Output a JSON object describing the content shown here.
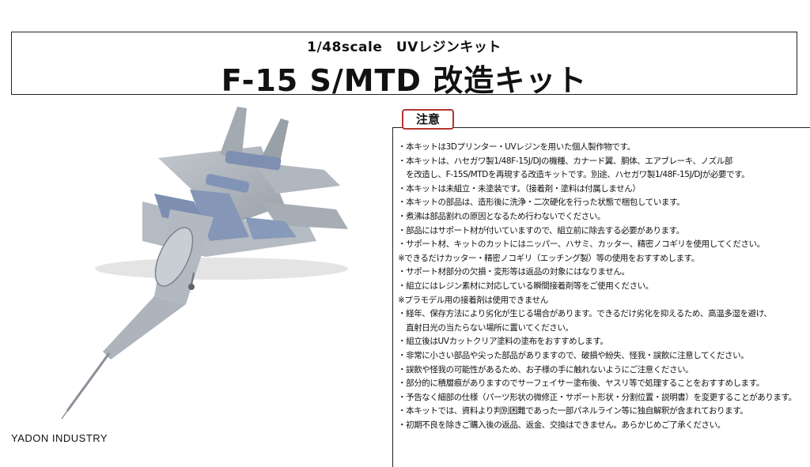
{
  "header": {
    "subtitle": "1/48scale　UVレジンキット",
    "title": "F-15 S/MTD 改造キット"
  },
  "brand": "YADON INDUSTRY",
  "notice": {
    "badge": "注意",
    "lines": [
      "・本キットは3Dプリンター・UVレジンを用いた個人製作物です。",
      "・本キットは、ハセガワ製1/48F-15J/DJの機種、カナード翼、胴体、エアブレーキ、ノズル部",
      "　を改造し、F-15S/MTDを再現する改造キットです。別途、ハセガワ製1/48F-15J/DJが必要です。",
      "・本キットは未組立・未塗装です。（接着剤・塗料は付属しません）",
      "・本キットの部品は、造形後に洗浄・二次硬化を行った状態で梱包しています。",
      "・煮沸は部品割れの原因となるため行わないでください。",
      "・部品にはサポート材が付いていますので、組立前に除去する必要があります。",
      "・サポート材、キットのカットにはニッパー、ハサミ、カッター、精密ノコギリを使用してください。",
      "※できるだけカッター・精密ノコギリ（エッチング製）等の使用をおすすめします。",
      "・サポート材部分の欠損・変形等は返品の対象にはなりません。",
      "・組立にはレジン素材に対応している瞬間接着剤等をご使用ください。",
      "※プラモデル用の接着剤は使用できません",
      "・経年、保存方法により劣化が生じる場合があります。できるだけ劣化を抑えるため、高温多湿を避け、",
      "　直射日光の当たらない場所に置いてください。",
      "・組立後はUVカットクリア塗料の塗布をおすすめします。",
      "・非常に小さい部品や尖った部品がありますので、破損や紛失、怪我・誤飲に注意してください。",
      "・誤飲や怪我の可能性があるため、お子様の手に触れないようにご注意ください。",
      "・部分的に積層痕がありますのでサーフェイサー塗布後、ヤスリ等で処理することをおすすめします。",
      "・予告なく細部の仕様（パーツ形状の微修正・サポート形状・分割位置・説明書）を変更することがあります。",
      "・本キットでは、資料より判別困難であった一部パネルライン等に独自解釈が含まれております。",
      "・初期不良を除きご購入後の返品、返金、交換はできません。あらかじめご了承ください。"
    ]
  },
  "colors": {
    "badge_border": "#b4352f",
    "model_gray": "#a9afb6",
    "model_blue": "#7e8fb2"
  }
}
